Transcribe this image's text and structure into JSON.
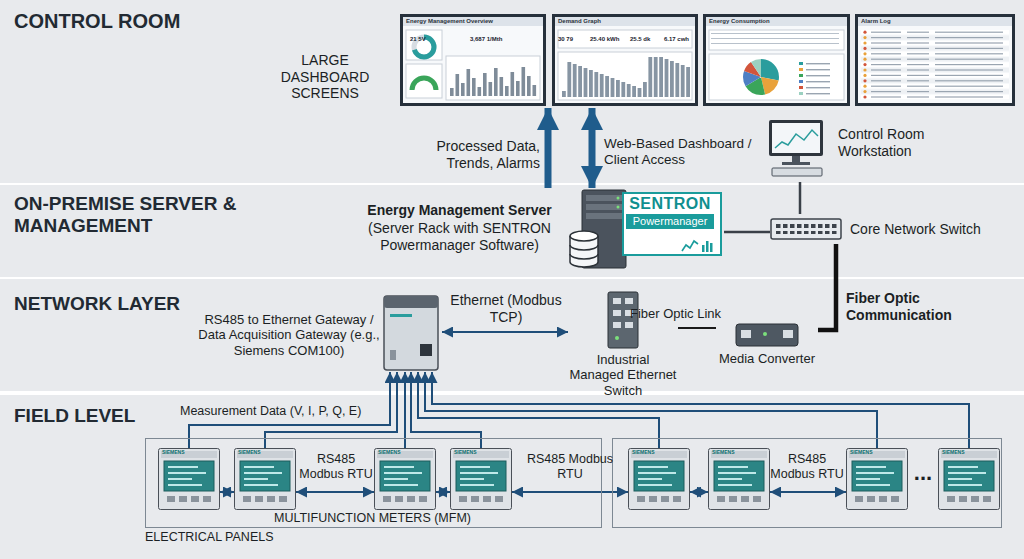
{
  "diagram": {
    "nodes": [
      {
        "text": [
          "CONTROL ROOM"
        ]
      },
      {
        "text": [
          "LARGE DASHBOARD SCREENS"
        ],
        "in": 0
      },
      {
        "text": [
          "Energy Management Overview"
        ],
        "in": 1
      },
      {
        "text": [
          "Demand Graph"
        ],
        "in": 1
      },
      {
        "text": [
          "Energy Consumption"
        ],
        "in": 1
      },
      {
        "text": [
          "Alarm Log"
        ],
        "in": 1
      },
      {
        "text": [
          "Control Room Workstation"
        ],
        "in": 0
      },
      {
        "text": [
          "ON-PREMISE SERVER & MANAGEMENT"
        ]
      },
      {
        "text": [
          "Energy Management Server",
          "(Server Rack with SENTRON Powermanager Software)"
        ],
        "in": 7
      },
      {
        "text": [
          "SENTRON",
          "Powermanager"
        ],
        "in": 8
      },
      {
        "text": [
          "Core Network Switch"
        ],
        "in": 7
      },
      {
        "text": [
          "NETWORK LAYER"
        ]
      },
      {
        "text": [
          "RS485 to Ethernet Gateway / Data Acquisition Gateway (e.g., Siemens COM100)"
        ],
        "in": 11
      },
      {
        "text": [
          "Industrial Managed Ethernet Switch"
        ],
        "in": 11
      },
      {
        "text": [
          "Media Converter"
        ],
        "in": 11
      },
      {
        "text": [
          "FIELD LEVEL"
        ]
      },
      {
        "text": [
          "MULTIFUNCTION METERS (MFM)",
          "ELECTRICAL PANELS"
        ],
        "in": 15
      },
      {
        "text": [
          "SIEMENS"
        ],
        "in": 16
      },
      {
        "text": [
          "SIEMENS"
        ],
        "in": 16
      },
      {
        "text": [
          "SIEMENS"
        ],
        "in": 16
      },
      {
        "text": [
          "SIEMENS"
        ],
        "in": 16
      },
      {
        "text": [
          "..."
        ],
        "in": 15
      },
      {
        "text": [
          "SIEMENS"
        ],
        "in": 21
      },
      {
        "text": [
          "SIEMENS"
        ],
        "in": 21
      },
      {
        "text": [
          "SIEMENS"
        ],
        "in": 21
      },
      {
        "text": [
          "SIEMENS"
        ],
        "in": 21
      }
    ],
    "edges": [
      {
        "from": 8,
        "to": 1,
        "label": "Processed Data, Trends, Alarms",
        "arrow": "to"
      },
      {
        "from": 8,
        "to": 1,
        "label": "Web-Based Dashboard / Client Access",
        "arrow": "both"
      },
      {
        "from": 10,
        "to": 6,
        "arrow": "none"
      },
      {
        "from": 8,
        "to": 10,
        "arrow": "none"
      },
      {
        "from": 12,
        "to": 13,
        "label": "Ethernet (Modbus TCP)",
        "arrow": "both"
      },
      {
        "from": 13,
        "to": 14,
        "label": "Fiber Optic Link",
        "arrow": "none"
      },
      {
        "from": 14,
        "to": 10,
        "label": "Fiber Optic Communication",
        "arrow": "none"
      },
      {
        "from": 17,
        "to": 12,
        "label": "Measurement Data (V, I, P, Q, E)",
        "arrow": "to"
      },
      {
        "from": 18,
        "to": 12,
        "arrow": "to"
      },
      {
        "from": 19,
        "to": 12,
        "arrow": "to"
      },
      {
        "from": 20,
        "to": 12,
        "arrow": "to"
      },
      {
        "from": 22,
        "to": 12,
        "arrow": "to"
      },
      {
        "from": 24,
        "to": 12,
        "arrow": "to"
      },
      {
        "from": 25,
        "to": 12,
        "arrow": "to"
      },
      {
        "from": 17,
        "to": 18,
        "arrow": "both"
      },
      {
        "from": 18,
        "to": 19,
        "label": "RS485 Modbus RTU",
        "arrow": "both"
      },
      {
        "from": 19,
        "to": 20,
        "arrow": "both"
      },
      {
        "from": 20,
        "to": 22,
        "label": "RS485 Modbus RTU",
        "arrow": "both"
      },
      {
        "from": 22,
        "to": 23,
        "arrow": "both"
      },
      {
        "from": 23,
        "to": 24,
        "label": "RS485 Modbus RTU",
        "arrow": "both"
      }
    ],
    "labels": [
      "21 5V",
      "3,687 1/Mth",
      "30 79",
      "25.40 kWh",
      "25.5 dk",
      "6.17 cwh"
    ]
  }
}
